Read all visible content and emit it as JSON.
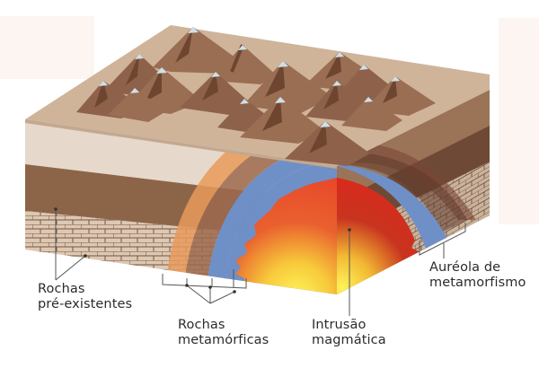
{
  "figure": {
    "type": "block-diagram",
    "subject": "Metamorfismo de contato em torno de uma intrusão magmática"
  },
  "labels": {
    "pre_existing": {
      "line1": "Rochas",
      "line2": "pré-existentes"
    },
    "metamorphic": {
      "line1": "Rochas",
      "line2": "metamórficas"
    },
    "intrusion": {
      "line1": "Intrusão",
      "line2": "magmática"
    },
    "aureole": {
      "line1": "Auréola de",
      "line2": "metamorfismo"
    }
  },
  "colors": {
    "background": "#ffffff",
    "surface": "#cfb49a",
    "mountain": "#9a6e52",
    "mountain_shadow": "#6e4630",
    "snow": "#cfe0ea",
    "layer_light": "#e6d9cb",
    "layer_brown": "#8c6549",
    "layer_brick": "#dcc8b3",
    "brick_lines": "#7a5540",
    "aureole_outer": "#e79a5a",
    "aureole_mid": "#9c6a4d",
    "aureole_inner": "#6f8fc7",
    "magma": "#e8432a",
    "magma_core": "#ffe63a",
    "leader_lines": "#555555"
  }
}
